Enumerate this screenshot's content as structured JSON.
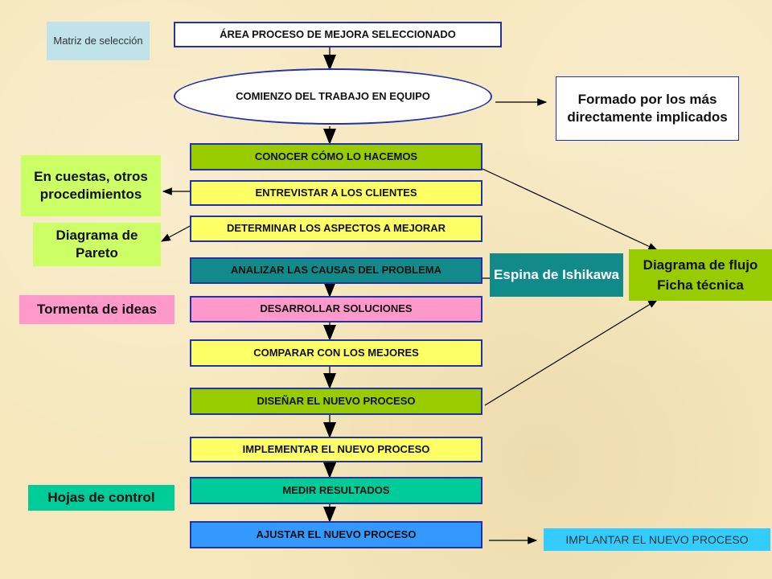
{
  "matrix_label": "Matriz de selección",
  "flow": {
    "area": "ÁREA  PROCESO DE MEJORA SELECCIONADO",
    "start": "COMIENZO DEL TRABAJO EN EQUIPO",
    "steps": [
      "CONOCER CÓMO LO HACEMOS",
      "ENTREVISTAR A LOS CLIENTES",
      "DETERMINAR LOS ASPECTOS A MEJORAR",
      "ANALIZAR LAS CAUSAS DEL PROBLEMA",
      "DESARROLLAR SOLUCIONES",
      "COMPARAR CON LOS MEJORES",
      "DISEÑAR EL NUEVO PROCESO",
      "IMPLEMENTAR EL NUEVO PROCESO",
      "MEDIR RESULTADOS",
      "AJUSTAR EL NUEVO PROCESO"
    ]
  },
  "notes": {
    "team": "Formado por los más directamente implicados",
    "surveys": "En cuestas, otros procedimientos",
    "pareto": "Diagrama de Pareto",
    "brainstorm": "Tormenta de ideas",
    "ishikawa": "Espina de Ishikawa",
    "flow_line1": "Diagrama de flujo",
    "flow_line2": "Ficha técnica",
    "control": "Hojas de control",
    "implant": "IMPLANTAR EL NUEVO PROCESO"
  },
  "colors": {
    "green": "#99cc00",
    "yellow": "#ffff66",
    "pink": "#ff99cc",
    "teal": "#138a8a",
    "mint": "#00cc99",
    "blue": "#3399ff",
    "light_blue": "#bfe3e8",
    "light_green": "#ccff66",
    "border": "#2233aa"
  }
}
